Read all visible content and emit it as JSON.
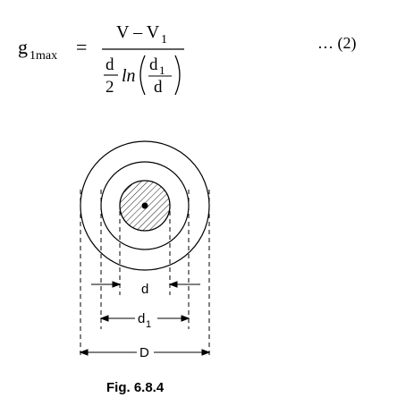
{
  "equation": {
    "lhs_base": "g",
    "lhs_sub": "1max",
    "equals": "=",
    "numerator": "V – V",
    "numerator_sub": "1",
    "denom_d_top": "d",
    "denom_two": "2",
    "denom_ln": "ln",
    "inner_top": "d",
    "inner_top_sub": "1",
    "inner_bottom": "d",
    "eq_number": "… (2)"
  },
  "figure": {
    "label_d": "d",
    "label_d1": "d",
    "label_d1_sub": "1",
    "label_D": "D",
    "caption": "Fig. 6.8.4"
  }
}
